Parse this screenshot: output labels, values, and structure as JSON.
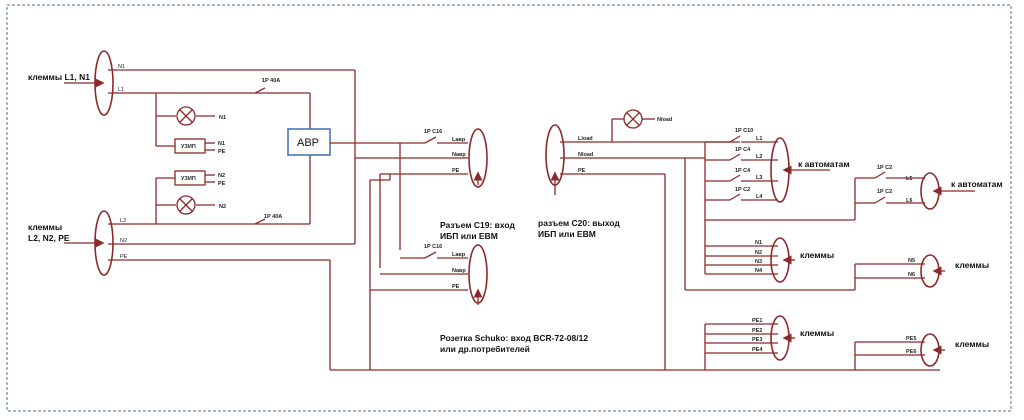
{
  "left": {
    "input1_label": "клеммы L1, N1",
    "input2_line1": "клеммы",
    "input2_line2": "L2, N2, PE",
    "n1": "N1",
    "l1": "L1",
    "l2": "L2",
    "n2": "N2",
    "pe": "PE",
    "breaker_1": "1P 40A",
    "breaker_2": "1P 40A",
    "lamp1_label": "N1",
    "lamp2_label": "N2",
    "uzip1": "УЗИП",
    "uzip1_n": "N1",
    "uzip1_pe": "PE",
    "uzip2": "УЗИП",
    "uzip2_n": "N2",
    "uzip2_pe": "PE",
    "avr": "АВР"
  },
  "c19": {
    "breaker": "1P C16",
    "l": "Laвр",
    "n": "Nавр",
    "pe": "PE",
    "caption_line1": "Разъем С19: вход",
    "caption_line2": "ИБП или EBM"
  },
  "schuko": {
    "breaker": "1P C16",
    "l": "Lавр",
    "n": "Nавр",
    "pe": "PE",
    "caption_line1": "Розетка Schuko: вход BCR-72-08/12",
    "caption_line2": "или др.потребителей"
  },
  "c20": {
    "lload": "Lload",
    "nload": "Nload",
    "pe": "PE",
    "lamp_label": "Nload",
    "caption_line1": "разъем С20: выход",
    "caption_line2": "ИБП или EBM"
  },
  "right": {
    "breaker_c10": "1P C10",
    "breaker_c4a": "1P C4",
    "breaker_c4b": "1P C4",
    "breaker_c2a": "1P C2",
    "breaker_c2b": "1P C2",
    "breaker_c2c": "1P C2",
    "out_l1": "L1",
    "out_l2": "L2",
    "out_l3": "L3",
    "out_l4": "L4",
    "out_l5": "L5",
    "out_l6": "L6",
    "to_breakers_1": "к автоматам",
    "to_breakers_2": "к автоматам",
    "n1": "N1",
    "n2": "N2",
    "n3": "N3",
    "n4": "N4",
    "n5": "N5",
    "n6": "N6",
    "terminals_n14": "клеммы",
    "terminals_n56": "клеммы",
    "pe1": "PE1",
    "pe2": "PE2",
    "pe3": "PE3",
    "pe4": "PE4",
    "pe5": "PE5",
    "pe6": "PE6",
    "terminals_pe14": "клеммы",
    "terminals_pe56": "клеммы"
  }
}
